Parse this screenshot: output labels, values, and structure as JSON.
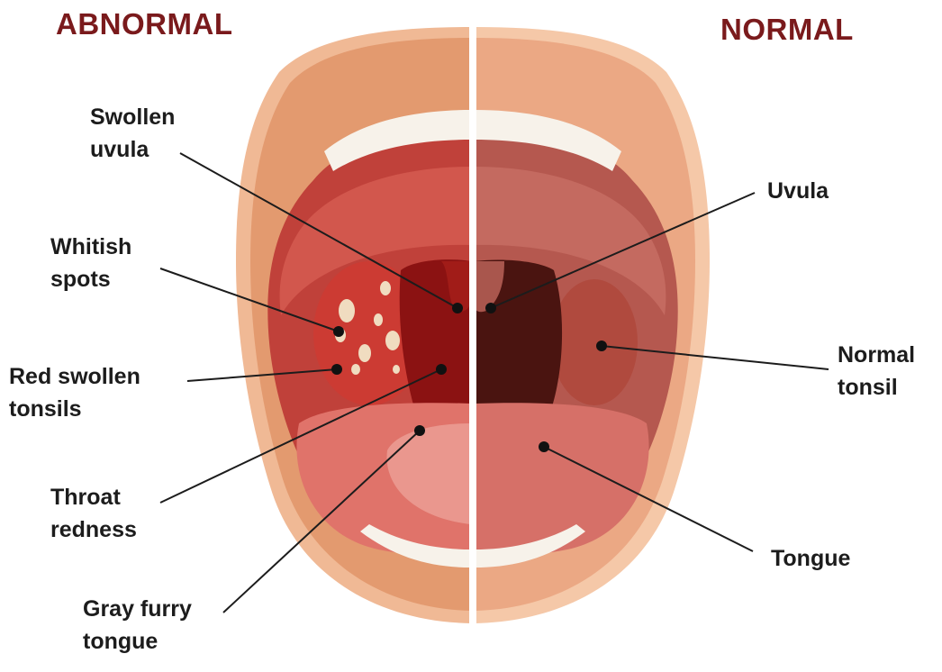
{
  "headings": {
    "left": "ABNORMAL",
    "right": "NORMAL"
  },
  "labels": {
    "swollen_uvula": "Swollen\nuvula",
    "whitish_spots": "Whitish\nspots",
    "red_swollen_tonsils": "Red swollen\ntonsils",
    "throat_redness": "Throat\nredness",
    "gray_furry_tongue": "Gray furry\ntongue",
    "uvula": "Uvula",
    "normal_tonsil": "Normal\ntonsil",
    "tongue": "Tongue"
  },
  "colors": {
    "heading": "#7a1a1c",
    "label": "#1c1c1c",
    "lip_abnormal": "#e39a6f",
    "lip_normal": "#eba884",
    "mouth_abnormal": "#c0413a",
    "mouth_normal": "#b5584f",
    "throat_abnormal": "#8b1212",
    "throat_normal": "#4a1410",
    "tongue_abnormal": "#e0736a",
    "tongue_normal": "#d67068",
    "teeth": "#f7f2ea",
    "spots": "#f0dcc0"
  }
}
